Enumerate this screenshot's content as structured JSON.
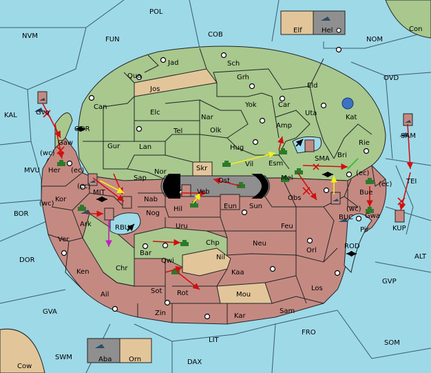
{
  "colors": {
    "sea": "#9ed9e8",
    "green": "#a8c88e",
    "red": "#c48a82",
    "tan": "#e2c69a",
    "gray": "#8f8f8f",
    "black": "#000000",
    "order_red": "#d01010",
    "order_yellow": "#f0f020",
    "order_purple": "#c020c0",
    "order_green": "#20c020"
  },
  "board": {
    "labels": {
      "pol": "POL",
      "nvm": "NVM",
      "fun": "FUN",
      "cob": "COB",
      "nom": "NOM",
      "con": "Con",
      "elf": "Elf",
      "hel": "Hel",
      "ovd": "OVD",
      "kal": "KAL",
      "gor": "GOR",
      "mvu": "MVU",
      "bor": "BOR",
      "dor": "DOR",
      "gva": "GVA",
      "cow": "Cow",
      "swm": "SWM",
      "aba": "Aba",
      "orn": "Orn",
      "dax": "DAX",
      "lit": "LIT",
      "fro": "FRO",
      "som": "SOM",
      "gvp": "GVP",
      "alt": "ALT",
      "rod": "ROD",
      "sma": "SMA",
      "mit": "MIT",
      "rbu": "RBU",
      "buc": "BUC",
      "kup": "KUP",
      "tei": "TEI",
      "sam": "SAM",
      "jad": "Jad",
      "sch": "Sch",
      "qua": "Qua",
      "jos": "Jos",
      "grh": "Grh",
      "eld": "Eld",
      "can": "Can",
      "elc": "Elc",
      "nar": "Nar",
      "yok": "Yok",
      "car": "Car",
      "uta": "Uta",
      "kat": "Kat",
      "tel": "Tel",
      "olk": "Olk",
      "amp": "Amp",
      "gur": "Gur",
      "lan": "Lan",
      "hug": "Hug",
      "bri": "Bri",
      "rie": "Rie",
      "esm": "Esm",
      "vil": "Vil",
      "nor": "Nor",
      "skr": "Skr",
      "sap": "Sap",
      "ost": "Ost",
      "veb": "Veb",
      "mel": "Mel",
      "eun": "Eun",
      "hil": "Hil",
      "sun": "Sun",
      "obs": "Obs",
      "bue": "Bue",
      "gwa": "Gwa",
      "pir": "Pir",
      "gaw": "Gaw",
      "her": "Her",
      "kor": "Kor",
      "nab": "Nab",
      "nog": "Nog",
      "ark": "Ark",
      "uru": "Uru",
      "feu": "Feu",
      "ver": "Ver",
      "bar": "Bar",
      "chp": "Chp",
      "neu": "Neu",
      "orl": "Orl",
      "qwi": "Qwi",
      "nil": "Nil",
      "ken": "Ken",
      "chr": "Chr",
      "kaa": "Kaa",
      "ail": "Ail",
      "sot": "Sot",
      "rot": "Rot",
      "mou": "Mou",
      "los": "Los",
      "zin": "Zin",
      "kar": "Kar",
      "sam_land": "Sam",
      "gvo": "Gvo",
      "wc1": "(wc)",
      "ec1": "(ec)",
      "ec2": "(ec)",
      "wc2": "(wc)",
      "ec3": "(ec)",
      "wc3": "(wc)",
      "ec4": "(ec)"
    }
  }
}
